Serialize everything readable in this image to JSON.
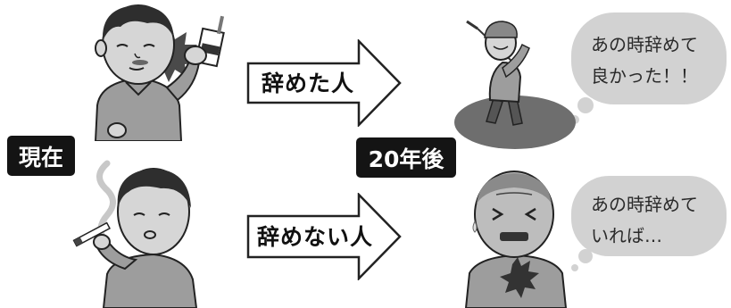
{
  "labels": {
    "now": "現在",
    "after": "20年後"
  },
  "arrows": {
    "quit": "辞めた人",
    "not_quit": "辞めない人"
  },
  "bubbles": {
    "happy": [
      "あの時辞めて",
      "良かった！！"
    ],
    "regret": [
      "あの時辞めて",
      "いれば…"
    ]
  },
  "colors": {
    "label_bg": "#141414",
    "label_text": "#ffffff",
    "bubble_fill": "#d2d2d2",
    "skin": "#d6d6d6",
    "shirt": "#9d9d9d",
    "hair": "#2e2e2e"
  },
  "icons": {
    "quitter_now": "man-throwing-away-cigarettes",
    "smoker_now": "man-smoking",
    "quitter_future": "elderly-man-golfing",
    "smoker_future": "elderly-man-in-pain"
  }
}
